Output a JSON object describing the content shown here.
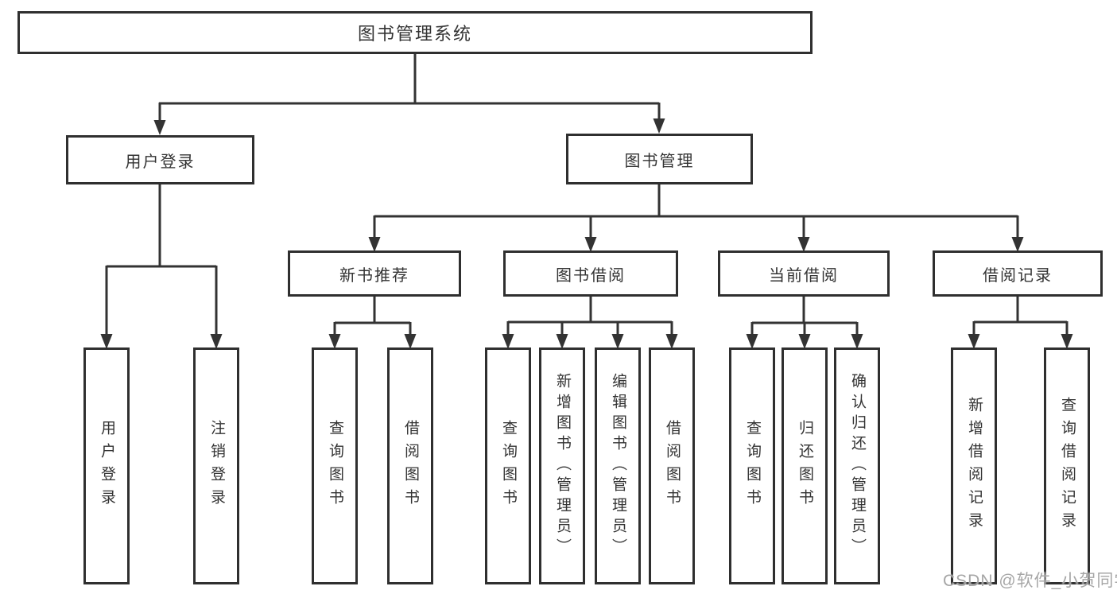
{
  "diagram": {
    "root_label": "图书管理系统",
    "level2": [
      {
        "label": "用户登录",
        "children": [
          "用户登录",
          "注销登录"
        ]
      },
      {
        "label": "图书管理"
      }
    ],
    "level3": [
      {
        "label": "新书推荐",
        "children": [
          "查询图书",
          "借阅图书"
        ]
      },
      {
        "label": "图书借阅",
        "children": [
          "查询图书",
          "新增图书（管理员）",
          "编辑图书（管理员）",
          "借阅图书"
        ]
      },
      {
        "label": "当前借阅",
        "children": [
          "查询图书",
          "归还图书",
          "确认归还（管理员）"
        ]
      },
      {
        "label": "借阅记录",
        "children": [
          "新增借阅记录",
          "查询借阅记录"
        ]
      }
    ]
  },
  "watermark": "CSDN @软件_小贺同学",
  "colors": {
    "line": "#333333",
    "box_border": "#2f2f2f",
    "text": "#333333",
    "watermark": "#9e9e9e",
    "background": "#ffffff"
  }
}
